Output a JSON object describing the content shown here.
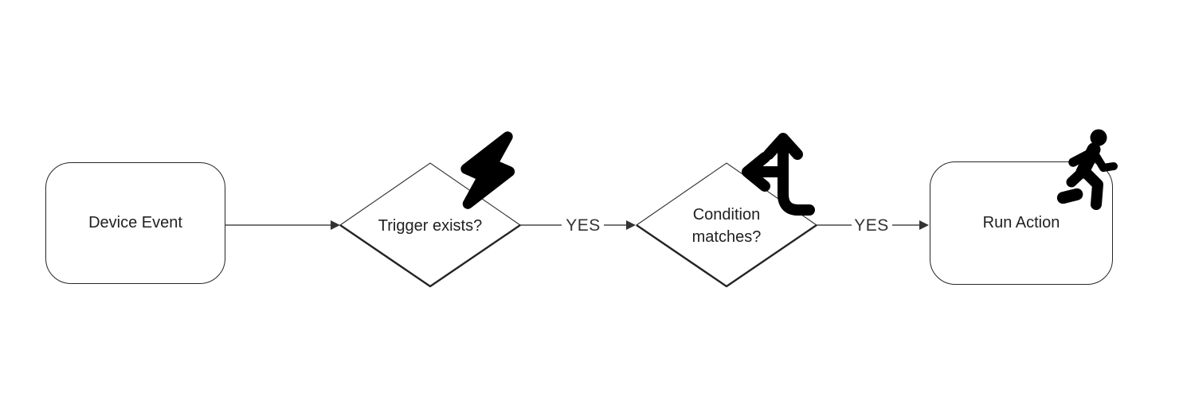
{
  "diagram": {
    "background_color": "#ffffff",
    "node_border_color": "#262626",
    "diamond_stroke_color": "#2e2e2e",
    "arrow_color": "#4a4a4a",
    "arrowhead_color": "#333333",
    "text_color": "#212121",
    "edge_label_color": "#333333",
    "icon_color": "#000000",
    "nodes": [
      {
        "id": "device-event",
        "shape": "rounded-rectangle",
        "label": "Device Event",
        "icon": ""
      },
      {
        "id": "trigger-exists",
        "shape": "diamond",
        "label": "Trigger exists?",
        "icon": "lightning-bolt-icon"
      },
      {
        "id": "condition-matches",
        "shape": "diamond",
        "label": "Condition matches?",
        "icon": "split-arrows-icon"
      },
      {
        "id": "run-action",
        "shape": "rounded-rectangle",
        "label": "Run Action",
        "icon": "running-person-icon"
      }
    ],
    "edges": [
      {
        "from": "device-event",
        "to": "trigger-exists",
        "label": ""
      },
      {
        "from": "trigger-exists",
        "to": "condition-matches",
        "label": "YES"
      },
      {
        "from": "condition-matches",
        "to": "run-action",
        "label": "YES"
      }
    ]
  }
}
